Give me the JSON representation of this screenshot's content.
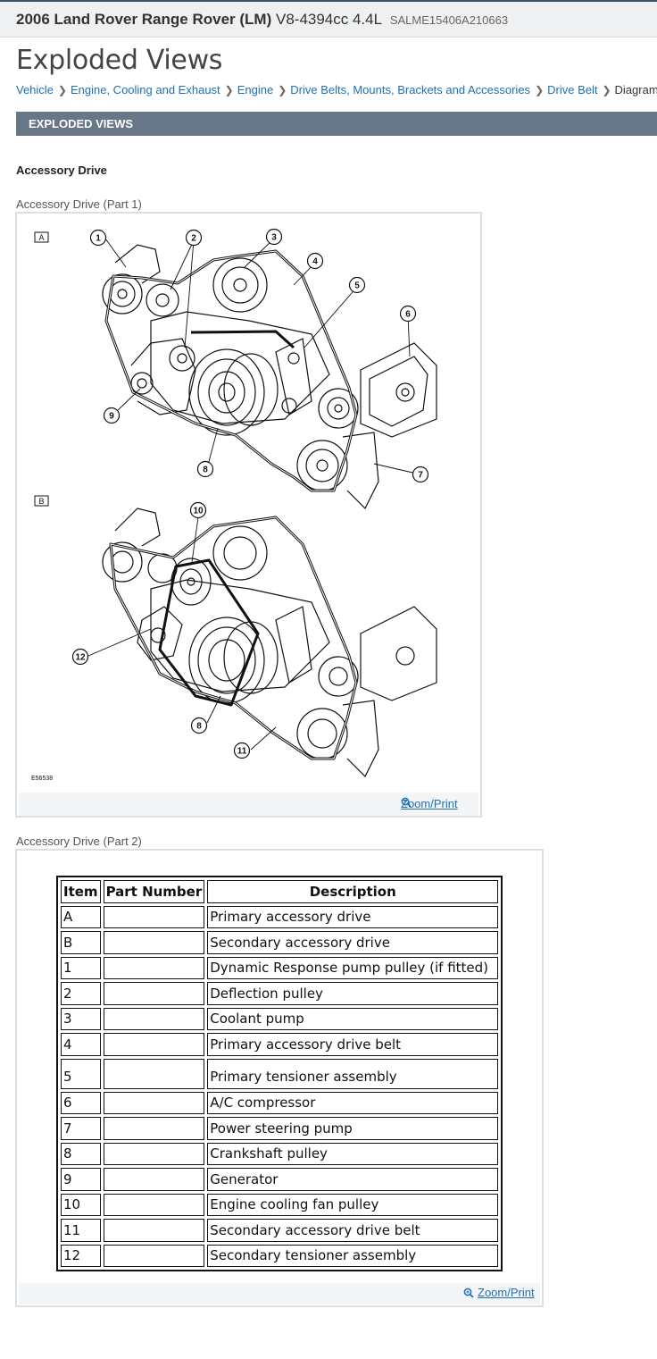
{
  "header": {
    "vehicle": "2006 Land Rover Range Rover (LM)",
    "engine": "V8-4394cc 4.4L",
    "vin": "SALME15406A210663"
  },
  "page_title": "Exploded Views",
  "breadcrumb": {
    "items": [
      "Vehicle",
      "Engine, Cooling and Exhaust",
      "Engine",
      "Drive Belts, Mounts, Brackets and Accessories",
      "Drive Belt"
    ],
    "current": "Diagrams"
  },
  "section_bar": "EXPLODED VIEWS",
  "subhead": "Accessory Drive",
  "figure": {
    "caption": "Accessory Drive (Part 1)",
    "view_a_label": "A",
    "view_b_label": "B",
    "ref_code": "E56538",
    "callouts_a": [
      "1",
      "2",
      "3",
      "4",
      "5",
      "6",
      "7",
      "8",
      "9"
    ],
    "callouts_b": [
      "10",
      "12",
      "8",
      "11"
    ],
    "zoom_label": "Zoom/Print"
  },
  "table_section": {
    "caption": "Accessory Drive (Part 2)",
    "headers": [
      "Item",
      "Part Number",
      "Description"
    ],
    "rows": [
      [
        "A",
        "",
        "Primary accessory drive"
      ],
      [
        "B",
        "",
        "Secondary accessory drive"
      ],
      [
        "1",
        "",
        "Dynamic Response pump pulley (if fitted)"
      ],
      [
        "2",
        "",
        "Deflection pulley"
      ],
      [
        "3",
        "",
        "Coolant pump"
      ],
      [
        "4",
        "",
        "Primary accessory drive belt"
      ],
      [
        "5",
        "",
        "Primary tensioner assembly"
      ],
      [
        "6",
        "",
        "A/C compressor"
      ],
      [
        "7",
        "",
        "Power steering pump"
      ],
      [
        "8",
        "",
        "Crankshaft pulley"
      ],
      [
        "9",
        "",
        "Generator"
      ],
      [
        "10",
        "",
        "Engine cooling fan pulley"
      ],
      [
        "11",
        "",
        "Secondary accessory drive belt"
      ],
      [
        "12",
        "",
        "Secondary tensioner assembly"
      ]
    ],
    "zoom_label": "Zoom/Print"
  }
}
